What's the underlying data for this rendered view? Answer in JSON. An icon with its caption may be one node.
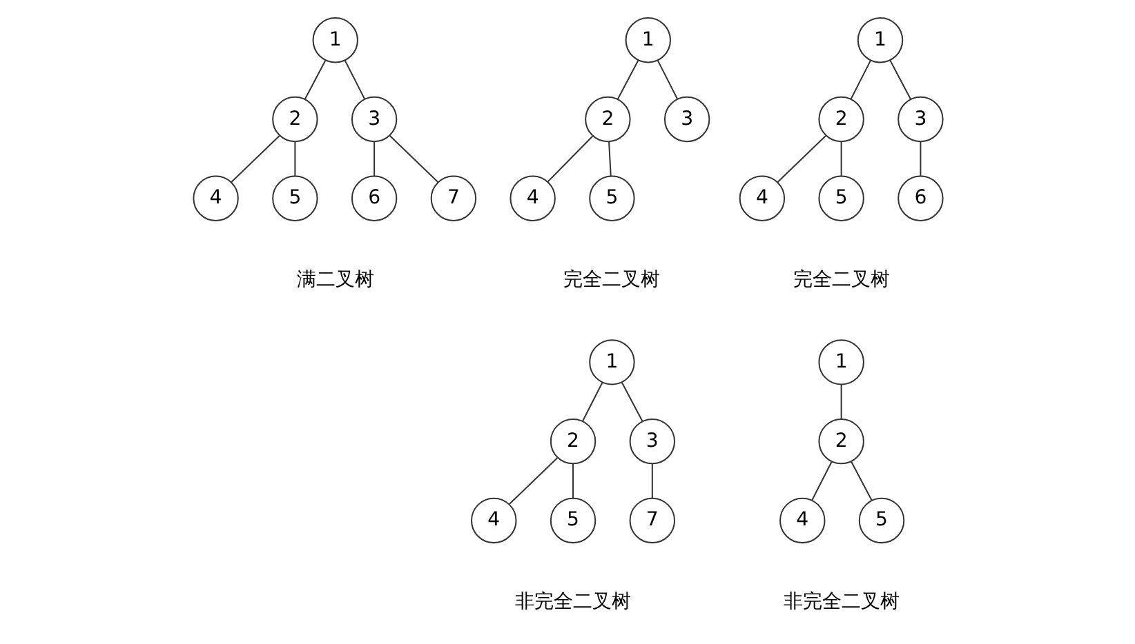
{
  "diagram": {
    "nodes": [
      {
        "text": [
          "1"
        ]
      },
      {
        "text": [
          "2"
        ]
      },
      {
        "text": [
          "3"
        ]
      },
      {
        "text": [
          "4"
        ]
      },
      {
        "text": [
          "5"
        ]
      },
      {
        "text": [
          "6"
        ]
      },
      {
        "text": [
          "7"
        ]
      },
      {
        "text": [
          "1"
        ]
      },
      {
        "text": [
          "2"
        ]
      },
      {
        "text": [
          "3"
        ]
      },
      {
        "text": [
          "4"
        ]
      },
      {
        "text": [
          "5"
        ]
      },
      {
        "text": [
          "1"
        ]
      },
      {
        "text": [
          "2"
        ]
      },
      {
        "text": [
          "3"
        ]
      },
      {
        "text": [
          "4"
        ]
      },
      {
        "text": [
          "5"
        ]
      },
      {
        "text": [
          "6"
        ]
      },
      {
        "text": [
          "1"
        ]
      },
      {
        "text": [
          "2"
        ]
      },
      {
        "text": [
          "3"
        ]
      },
      {
        "text": [
          "4"
        ]
      },
      {
        "text": [
          "5"
        ]
      },
      {
        "text": [
          "7"
        ]
      },
      {
        "text": [
          "1"
        ]
      },
      {
        "text": [
          "2"
        ]
      },
      {
        "text": [
          "4"
        ]
      },
      {
        "text": [
          "5"
        ]
      }
    ],
    "edges": [
      {
        "from": 0,
        "to": 1,
        "arrow": "none"
      },
      {
        "from": 0,
        "to": 2,
        "arrow": "none"
      },
      {
        "from": 1,
        "to": 3,
        "arrow": "none"
      },
      {
        "from": 1,
        "to": 4,
        "arrow": "none"
      },
      {
        "from": 2,
        "to": 5,
        "arrow": "none"
      },
      {
        "from": 2,
        "to": 6,
        "arrow": "none"
      },
      {
        "from": 7,
        "to": 8,
        "arrow": "none"
      },
      {
        "from": 7,
        "to": 9,
        "arrow": "none"
      },
      {
        "from": 8,
        "to": 10,
        "arrow": "none"
      },
      {
        "from": 8,
        "to": 11,
        "arrow": "none"
      },
      {
        "from": 12,
        "to": 13,
        "arrow": "none"
      },
      {
        "from": 12,
        "to": 14,
        "arrow": "none"
      },
      {
        "from": 13,
        "to": 15,
        "arrow": "none"
      },
      {
        "from": 13,
        "to": 16,
        "arrow": "none"
      },
      {
        "from": 14,
        "to": 17,
        "arrow": "none"
      },
      {
        "from": 18,
        "to": 19,
        "arrow": "none"
      },
      {
        "from": 18,
        "to": 20,
        "arrow": "none"
      },
      {
        "from": 19,
        "to": 21,
        "arrow": "none"
      },
      {
        "from": 19,
        "to": 22,
        "arrow": "none"
      },
      {
        "from": 20,
        "to": 23,
        "arrow": "none"
      },
      {
        "from": 24,
        "to": 25,
        "arrow": "none"
      },
      {
        "from": 25,
        "to": 26,
        "arrow": "none"
      },
      {
        "from": 25,
        "to": 27,
        "arrow": "none"
      }
    ],
    "labels": [
      "满二叉树",
      "完全二叉树",
      "完全二叉树",
      "非完全二叉树",
      "非完全二叉树"
    ]
  }
}
